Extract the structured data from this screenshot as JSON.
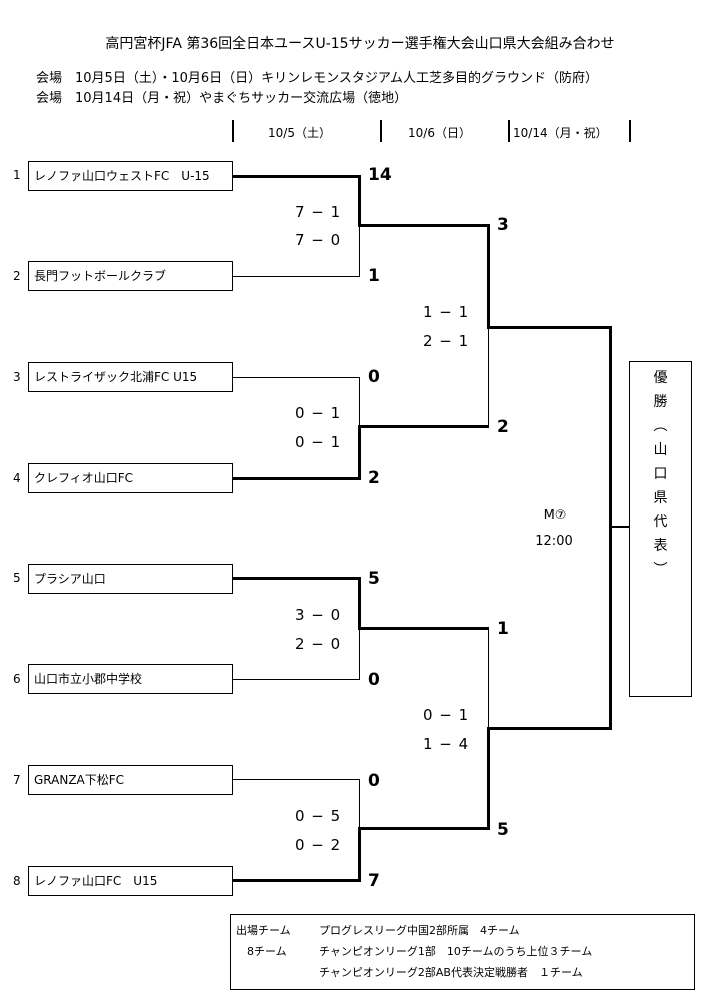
{
  "title": "高円宮杯JFA 第36回全日本ユースU-15サッカー選手権大会山口県大会組み合わせ",
  "venues": [
    "会場　10月5日（土）・10月6日（日）キリンレモンスタジアム人工芝多目的グラウンド（防府）",
    "会場　10月14日（月・祝）やまぐちサッカー交流広場（徳地）"
  ],
  "dates": [
    "10/5（土）",
    "10/6（日）",
    "10/14（月・祝）"
  ],
  "teams": [
    {
      "seed": "1",
      "name": "レノファ山口ウェストFC　U-15",
      "score": "14"
    },
    {
      "seed": "2",
      "name": "長門フットボールクラブ",
      "score": "1"
    },
    {
      "seed": "3",
      "name": "レストライザック北浦FC U15",
      "score": "0"
    },
    {
      "seed": "4",
      "name": "クレフィオ山口FC",
      "score": "2"
    },
    {
      "seed": "5",
      "name": "プラシア山口",
      "score": "5"
    },
    {
      "seed": "6",
      "name": "山口市立小郡中学校",
      "score": "0"
    },
    {
      "seed": "7",
      "name": "GRANZA下松FC",
      "score": "0"
    },
    {
      "seed": "8",
      "name": "レノファ山口FC　U15",
      "score": "7"
    }
  ],
  "r1_halves": [
    [
      "7 − 1",
      "7 − 0"
    ],
    [
      "0 − 1",
      "0 − 1"
    ],
    [
      "3 − 0",
      "2 − 0"
    ],
    [
      "0 − 5",
      "0 − 2"
    ]
  ],
  "r2_scores": [
    "3",
    "2",
    "1",
    "5"
  ],
  "r2_halves": [
    [
      "1 − 1",
      "2 − 1"
    ],
    [
      "0 − 1",
      "1 − 4"
    ]
  ],
  "final": {
    "match": "M⑦",
    "time": "12:00"
  },
  "champion_chars": [
    "優",
    "勝",
    "︵",
    "山",
    "口",
    "県",
    "代",
    "表",
    "︶"
  ],
  "notes": [
    {
      "label": "出場チーム",
      "text": "プログレスリーグ中国2部所属　4チーム"
    },
    {
      "label": "　8チーム",
      "text": "チャンピオンリーグ1部　10チームのうち上位３チーム"
    },
    {
      "label": "",
      "text": "チャンピオンリーグ2部AB代表決定戦勝者　１チーム"
    }
  ]
}
